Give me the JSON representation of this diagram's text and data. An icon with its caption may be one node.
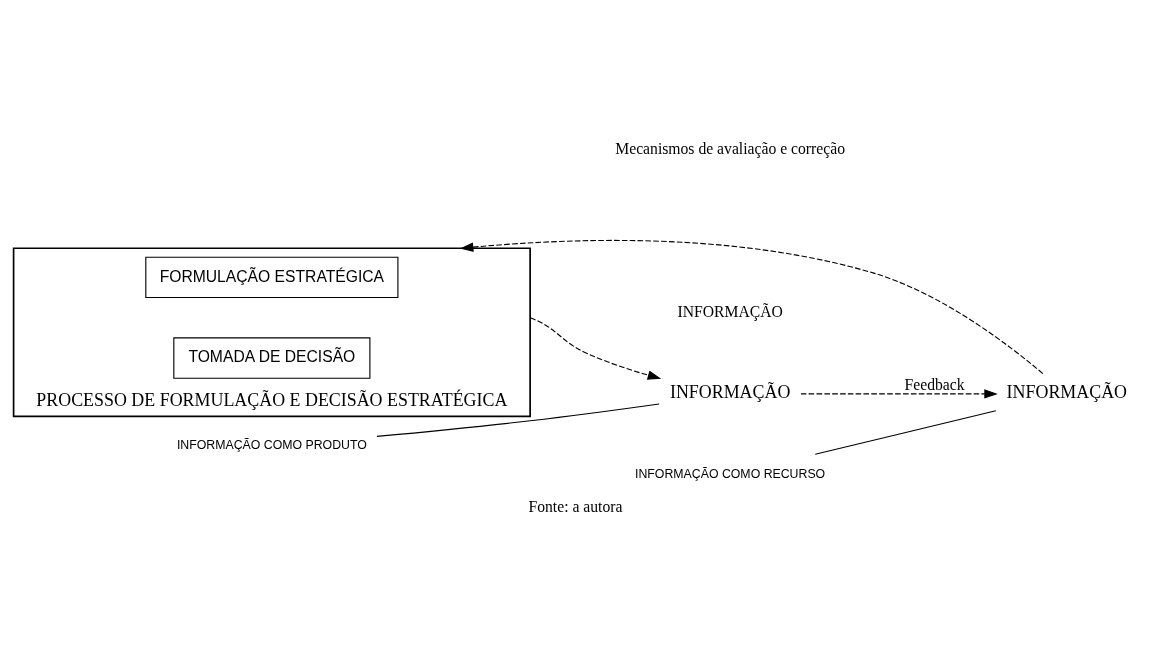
{
  "diagram": {
    "caption": "Fonte: a autora",
    "nodes": [
      {
        "text": [
          "PROCESSO DE FORMULAÇÃO E DECISÃO ESTRATÉGICA"
        ]
      },
      {
        "text": [
          "FORMULAÇÃO ESTRATÉGICA"
        ],
        "in": 0
      },
      {
        "text": [
          "TOMADA DE DECISÃO"
        ],
        "in": 0
      },
      {
        "text": [
          "INFORMAÇÃO"
        ]
      },
      {
        "text": [
          "INFORMAÇÃO"
        ]
      },
      {
        "text": [
          "INFORMAÇÃO COMO RECURSO"
        ]
      },
      {
        "text": [
          "INFORMAÇÃO COMO PRODUTO"
        ]
      }
    ],
    "edges": [
      {
        "from": 3,
        "to": 0,
        "arrow": "to",
        "style": "dashed"
      },
      {
        "from": 0,
        "to": 4,
        "arrow": "to",
        "style": "dashed"
      },
      {
        "from": 4,
        "to": 3,
        "arrow": "to",
        "style": "dashed",
        "label": "Feedback"
      },
      {
        "from": 5,
        "to": 3,
        "arrow": "none"
      },
      {
        "from": 6,
        "to": 4,
        "arrow": "none"
      }
    ],
    "labels": [
      "INFORMAÇÃO",
      "Mecanismos de avaliação e correção"
    ]
  }
}
